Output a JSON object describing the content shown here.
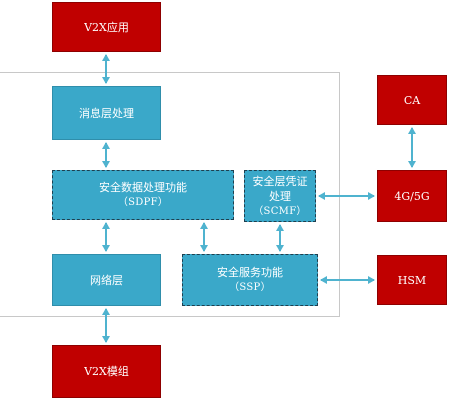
{
  "nodes": {
    "v2x_app": {
      "label": "V2X应用"
    },
    "ca": {
      "label": "CA"
    },
    "msg_layer": {
      "label": "消息层处理"
    },
    "sdpf": {
      "label": "安全数据处理功能",
      "sublabel": "（SDPF）"
    },
    "scmf": {
      "label": "安全层凭证",
      "label2": "处理",
      "sublabel": "（SCMF）"
    },
    "net_4g5g": {
      "label": "4G/5G"
    },
    "network_layer": {
      "label": "网络层"
    },
    "ssp": {
      "label": "安全服务功能",
      "sublabel": "（SSP）"
    },
    "hsm": {
      "label": "HSM"
    },
    "v2x_module": {
      "label": "V2X模组"
    }
  },
  "colors": {
    "red_box": "#c00000",
    "blue_box": "#3aa8c9",
    "arrow": "#4fb3cf"
  }
}
